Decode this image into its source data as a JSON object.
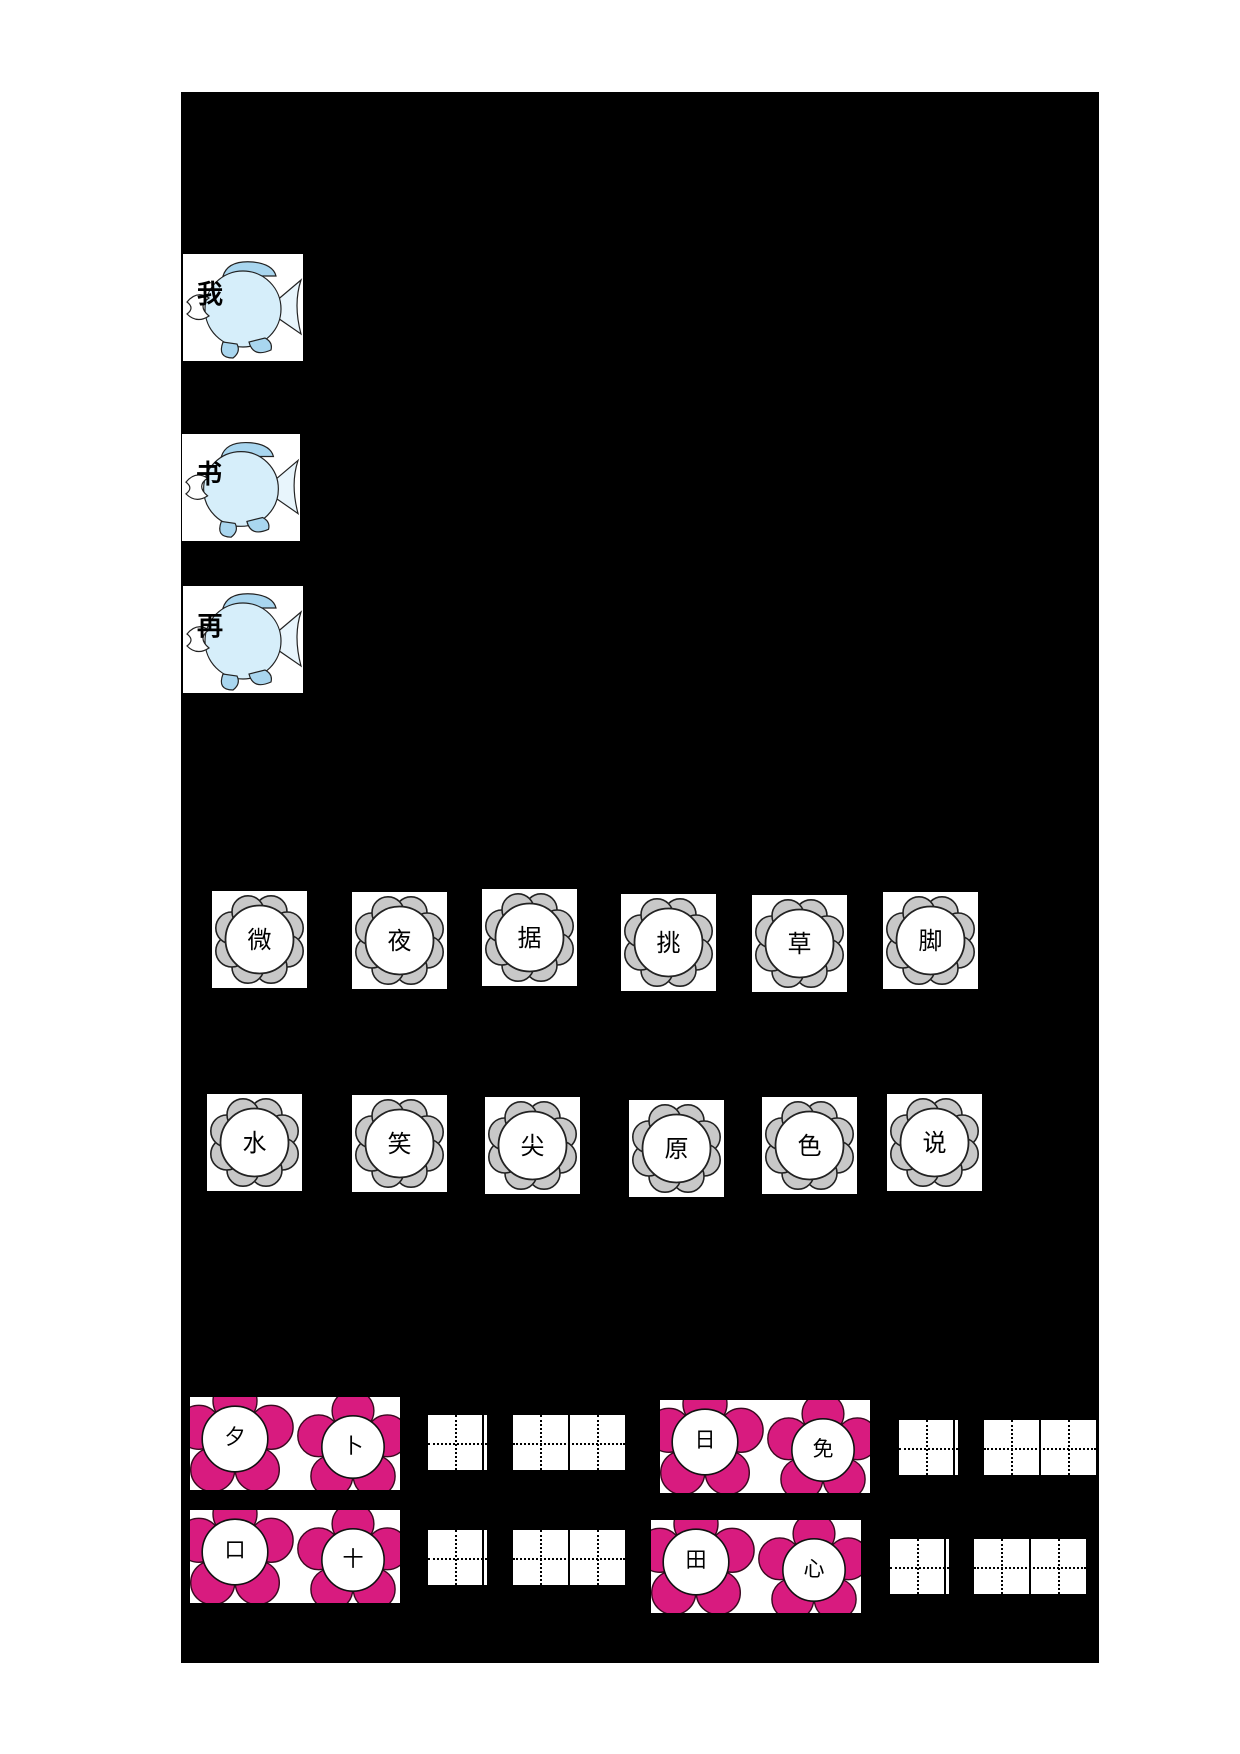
{
  "sheet": {
    "background": "#000000"
  },
  "fish_section": {
    "items": [
      {
        "char": "我"
      },
      {
        "char": "书"
      },
      {
        "char": "再"
      }
    ],
    "colors": {
      "body": "#d6eefa",
      "fin": "#a9d6ef",
      "outline": "#222222"
    }
  },
  "gray_flower_section": {
    "row1": [
      {
        "char": "微"
      },
      {
        "char": "夜"
      },
      {
        "char": "据"
      },
      {
        "char": "挑"
      },
      {
        "char": "草"
      },
      {
        "char": "脚"
      }
    ],
    "row2": [
      {
        "char": "水"
      },
      {
        "char": "笑"
      },
      {
        "char": "尖"
      },
      {
        "char": "原"
      },
      {
        "char": "色"
      },
      {
        "char": "说"
      }
    ],
    "colors": {
      "petal": "#c8c8c8",
      "center": "#ffffff",
      "outline": "#222222"
    }
  },
  "pink_flower_section": {
    "pairs": [
      {
        "left": "夕",
        "right": "卜"
      },
      {
        "left": "日",
        "right": "免"
      },
      {
        "left": "口",
        "right": "十"
      },
      {
        "left": "田",
        "right": "心"
      }
    ],
    "colors": {
      "petal": "#d81b7f",
      "center": "#ffffff",
      "outline": "#3a0a20"
    }
  }
}
